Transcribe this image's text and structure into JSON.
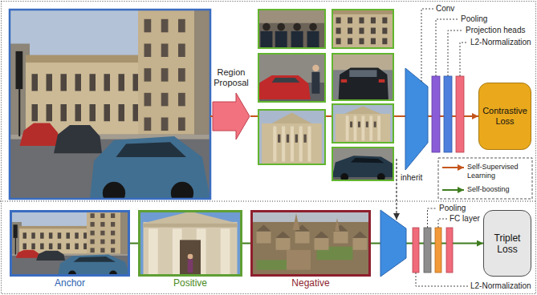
{
  "diagram": {
    "nodes": [
      {
        "text": [
          "Region Proposal"
        ]
      },
      {
        "text": [
          "Contrastive Loss"
        ]
      },
      {
        "text": [
          "Anchor"
        ]
      },
      {
        "text": [
          "Positive"
        ]
      },
      {
        "text": [
          "Negative"
        ]
      },
      {
        "text": [
          "Triplet Loss"
        ]
      }
    ],
    "edges": [
      {
        "from": 0,
        "to": 1,
        "arrow": "to"
      },
      {
        "from": 2,
        "to": 3,
        "arrow": "none"
      },
      {
        "from": 3,
        "to": 4,
        "arrow": "none"
      },
      {
        "from": 4,
        "to": 5,
        "arrow": "to"
      }
    ],
    "labels": [
      "Conv",
      "Pooling",
      "Projection heads",
      "L2-Normalization",
      "inherit",
      "Pooling",
      "FC layer",
      "L2-Normalization"
    ],
    "legend": [
      {
        "text": "Self-Supervised Learning"
      },
      {
        "text": "Self-boosting"
      }
    ]
  }
}
